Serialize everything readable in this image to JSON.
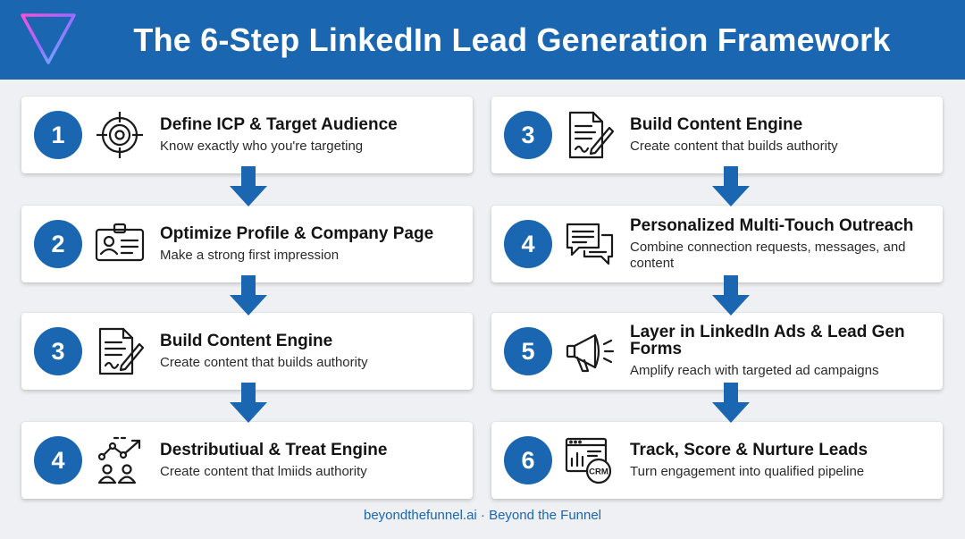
{
  "header": {
    "title": "The 6-Step LinkedIn Lead Generation Framework"
  },
  "left_column": [
    {
      "number": "1",
      "title": "Define ICP & Target Audience",
      "subtitle": "Know exactly who you're targeting",
      "icon": "target-icon"
    },
    {
      "number": "2",
      "title": "Optimize Profile & Company Page",
      "subtitle": "Make a strong first impression",
      "icon": "id-card-icon"
    },
    {
      "number": "3",
      "title": "Build Content Engine",
      "subtitle": "Create content that builds authority",
      "icon": "document-pen-icon"
    },
    {
      "number": "4",
      "title": "Destributiual & Treat Engine",
      "subtitle": "Create content that lmiids authority",
      "icon": "network-chart-icon"
    }
  ],
  "right_column": [
    {
      "number": "3",
      "title": "Build Content Engine",
      "subtitle": "Create content that builds authority",
      "icon": "document-pen-icon"
    },
    {
      "number": "4",
      "title": "Personalized Multi-Touch Outreach",
      "subtitle": "Combine connection requests, messages, and content",
      "icon": "chat-bubbles-icon"
    },
    {
      "number": "5",
      "title": "Layer in LinkedIn Ads & Lead Gen Forms",
      "subtitle": "Amplify reach with targeted ad campaigns",
      "icon": "megaphone-icon"
    },
    {
      "number": "6",
      "title": "Track, Score & Nurture Leads",
      "subtitle": "Turn engagement into qualified pipeline",
      "icon": "crm-dashboard-icon",
      "icon_label": "CRM"
    }
  ],
  "footer": {
    "text": "beyondthefunnel.ai · Beyond the Funnel"
  },
  "colors": {
    "brand_blue": "#1b66b1",
    "background": "#eef0f3",
    "card": "#ffffff"
  }
}
